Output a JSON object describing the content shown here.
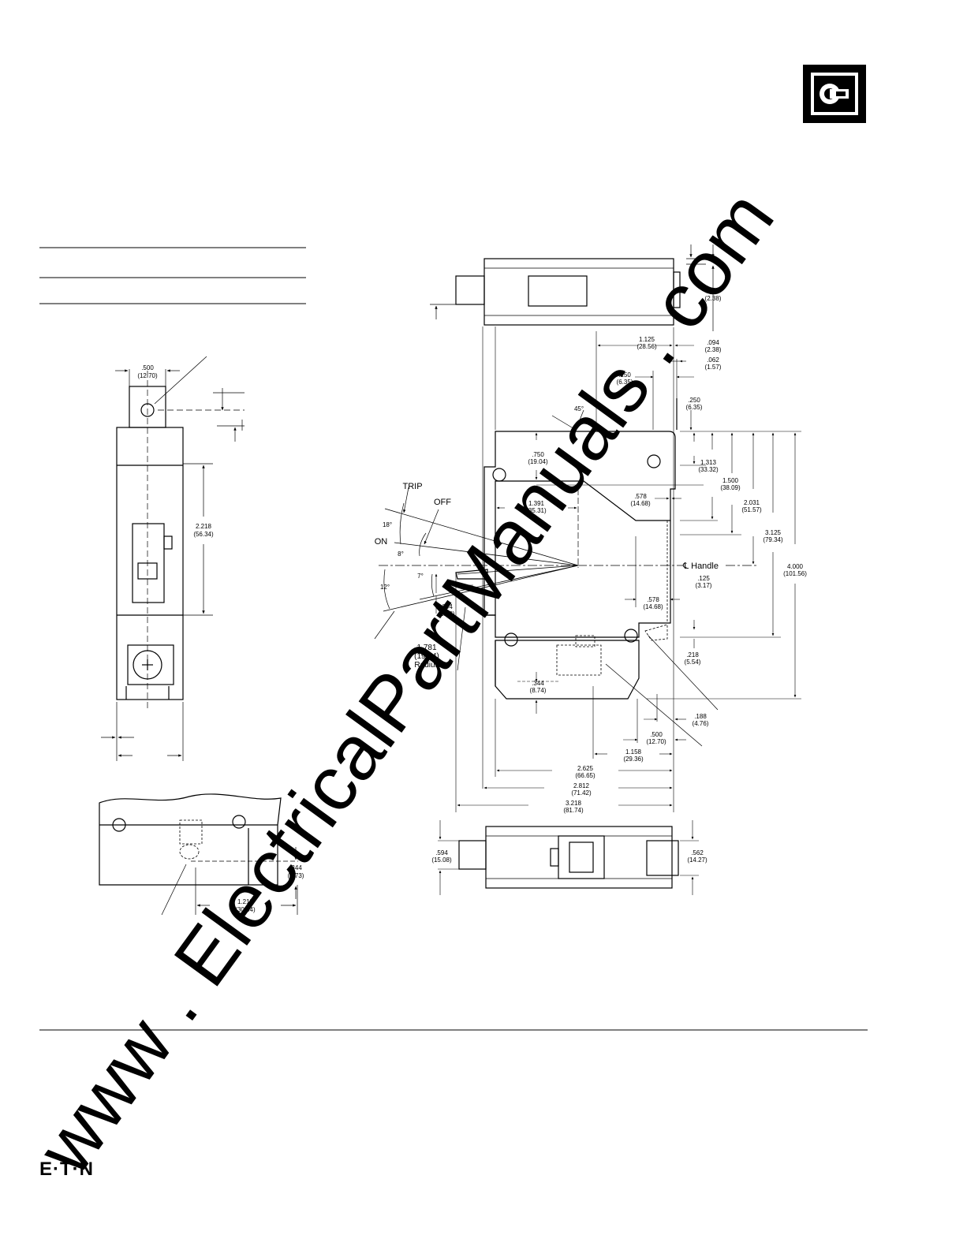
{
  "brand": {
    "footer_logo": "E·T·N"
  },
  "top_view": {
    "dims": [
      ".094",
      "(2.38)"
    ]
  },
  "right_dims": [
    [
      ".094",
      "(2.38)"
    ],
    [
      ".062",
      "(1.57)"
    ],
    [
      ".250",
      "(6.35)"
    ],
    [
      "1.313",
      "(33.32)"
    ],
    [
      "1.500",
      "(38.09)"
    ],
    [
      "2.031",
      "(51.57)"
    ],
    [
      "3.125",
      "(79.34)"
    ],
    [
      "4.000",
      "(101.56)"
    ],
    [
      ".125",
      "(3.17)"
    ],
    [
      ".218",
      "(5.54)"
    ],
    [
      ".188",
      "(4.76)"
    ]
  ],
  "upper_dims": [
    [
      "1.125",
      "(28.56)"
    ],
    [
      ".250",
      "(6.35)"
    ],
    [
      "45°",
      ""
    ]
  ],
  "inner_dims": [
    [
      ".750",
      "(19.04)"
    ],
    [
      "1.391",
      "(35.31)"
    ],
    [
      ".578",
      "(14.68)"
    ],
    [
      ".578",
      "(14.68)"
    ],
    [
      ".094",
      "(2.38)"
    ],
    [
      ".344",
      "(8.74)"
    ]
  ],
  "bottom_dims": [
    [
      ".500",
      "(12.70)"
    ],
    [
      "1.158",
      "(29.36)"
    ],
    [
      "2.625",
      "(66.65)"
    ],
    [
      "2.812",
      "(71.42)"
    ],
    [
      "3.218",
      "(81.74)"
    ]
  ],
  "handle": {
    "trip": "TRIP",
    "off": "OFF",
    "on": "ON",
    "angles": [
      "18°",
      "8°",
      "7°",
      "12°"
    ],
    "radius": [
      "1.781",
      "(19.84)",
      "Radius"
    ],
    "centerline": "℄ Handle"
  },
  "end_view": {
    "left": [
      ".594",
      "(15.08)"
    ],
    "right": [
      ".562",
      "(14.27)"
    ]
  },
  "front_view": {
    "width": [
      ".500",
      "(12.70)"
    ],
    "height": [
      "2.218",
      "(56.34)"
    ]
  },
  "partial_view": {
    "height": [
      ".344",
      "(8.73)"
    ],
    "width": [
      "1.218",
      "(30.94)"
    ]
  },
  "watermark": "www . ElectricalPartManuals . com"
}
